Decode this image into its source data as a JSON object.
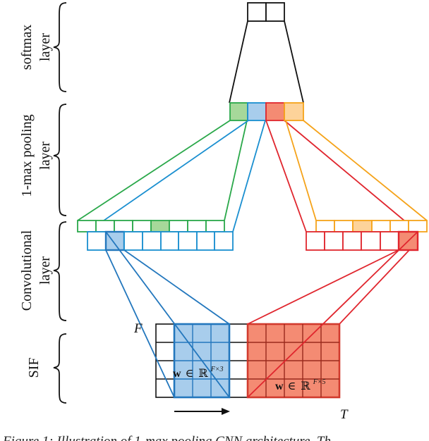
{
  "layers": {
    "softmax": [
      "softmax",
      "layer"
    ],
    "pooling": [
      "1-max pooling",
      "layer"
    ],
    "conv": [
      "Convolutional",
      "layer"
    ],
    "sif": [
      "SIF"
    ]
  },
  "axes": {
    "f_label": "F",
    "t_label": "T"
  },
  "filters": {
    "blue": {
      "w": "w",
      "in": "∈",
      "R": "ℝ",
      "sup": "F×3"
    },
    "red": {
      "w": "w",
      "in": "∈",
      "R": "ℝ",
      "sup": "F×5"
    }
  },
  "colors": {
    "green": "#2aa84a",
    "green_fill": "#a6d89a",
    "blue": "#1a8fd0",
    "blue_fill": "#a8cdec",
    "red": "#e0262e",
    "red_fill": "#f48b73",
    "orange": "#f5a31a",
    "orange_fill": "#fdd39a",
    "sif_blue_stroke": "#2377bd",
    "sif_red_stroke": "#d13b2e"
  },
  "caption": "Figure 1: Illustration of 1-max pooling CNN architecture. Th"
}
